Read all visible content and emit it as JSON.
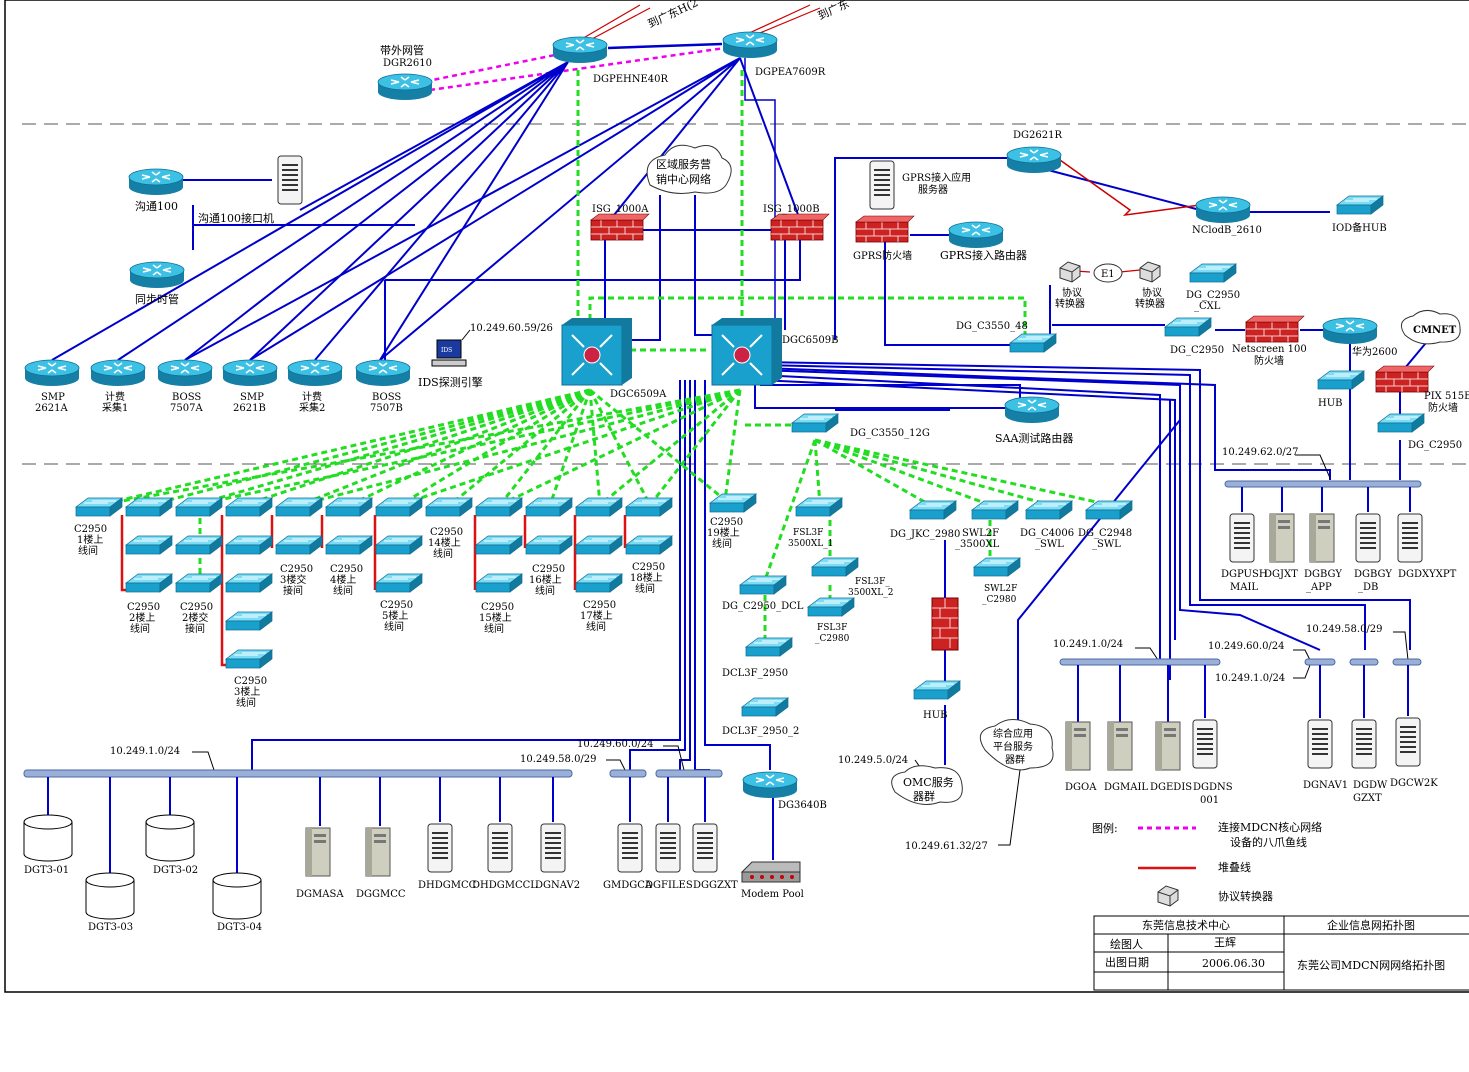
{
  "colors": {
    "link": "#0000cc",
    "dashed_green": "#22dd22",
    "stack_red": "#dd1111",
    "octopus": "#ee00ee",
    "device": "#1aa0cc",
    "firewall": "#cc2222",
    "border": "#000000"
  },
  "top_links": {
    "gd1": "到广东H(2",
    "gd2": "到广东"
  },
  "core_routers": {
    "ehne": "DGPEHNE40R",
    "ea": "DGPEA7609R",
    "oob_title": "带外网管",
    "oob_name": "DGR2610"
  },
  "left_group": {
    "gt100": "沟通100",
    "gt100_iface": "沟通100接口机",
    "sync": "同步时管",
    "routers": [
      {
        "l1": "SMP",
        "l2": "2621A"
      },
      {
        "l1": "计费",
        "l2": "采集1"
      },
      {
        "l1": "BOSS",
        "l2": "7507A"
      },
      {
        "l1": "SMP",
        "l2": "2621B"
      },
      {
        "l1": "计费",
        "l2": "采集2"
      },
      {
        "l1": "BOSS",
        "l2": "7507B"
      }
    ]
  },
  "center": {
    "cloud": [
      "区域服务营",
      "销中心网络"
    ],
    "isg_a": "ISG_1000A",
    "isg_b": "ISG_1000B",
    "ids_ip": "10.249.60.59/26",
    "ids": "IDS探测引擎",
    "ids_screen": "IDS",
    "sw_a": "DGC6509A",
    "sw_b": "DGC6509B",
    "c3550_12g": "DG_C3550_12G",
    "saa": "SAA测试路由器"
  },
  "gprs": {
    "server": [
      "GPRS接入应用",
      "服务器"
    ],
    "fw": "GPRS防火墙",
    "router": "GPRS接入路由器"
  },
  "right_top": {
    "dg2621r": "DG2621R",
    "nclod": "NClodB_2610",
    "iod_hub": "IOD备HUB",
    "conv1": [
      "协议",
      "转换器"
    ],
    "conv2": [
      "协议",
      "转换器"
    ],
    "e1": "E1",
    "c2950_cxl": [
      "DG_C2950",
      "_CXL"
    ],
    "c3550_48": "DG_C3550_48",
    "c2950": "DG_C2950",
    "netscreen": [
      "Netscreen 100",
      "防火墙"
    ],
    "huawei": "华为2600",
    "cmnet": "CMNET",
    "pix": [
      "PIX 515E",
      "防火墙"
    ],
    "hub": "HUB",
    "c2950b": "DG_C2950"
  },
  "right_servers": {
    "ip": "10.249.62.0/27",
    "servers": [
      {
        "l1": "DGPUSH",
        "l2": "MAIL"
      },
      {
        "l1": "DGJXT",
        "l2": ""
      },
      {
        "l1": "DGBGY",
        "l2": "_APP"
      },
      {
        "l1": "DGBGY",
        "l2": "_DB"
      },
      {
        "l1": "DGDXYXPT",
        "l2": ""
      }
    ]
  },
  "floor_switches": {
    "f1": [
      "C2950",
      "1楼上",
      "线间"
    ],
    "f2": [
      "C2950",
      "2楼上",
      "线间"
    ],
    "f2x": [
      "C2950",
      "2楼交",
      "接间"
    ],
    "f3": [
      "C2950",
      "3楼上",
      "线间"
    ],
    "f3x": [
      "C2950",
      "3楼交",
      "接间"
    ],
    "f4": [
      "C2950",
      "4楼上",
      "线间"
    ],
    "f5": [
      "C2950",
      "5楼上",
      "线间"
    ],
    "f14": [
      "C2950",
      "14楼上",
      "线间"
    ],
    "f15": [
      "C2950",
      "15楼上",
      "线间"
    ],
    "f16": [
      "C2950",
      "16楼上",
      "线间"
    ],
    "f17": [
      "C2950",
      "17楼上",
      "线间"
    ],
    "f18": [
      "C2950",
      "18楼上",
      "线间"
    ],
    "f19": [
      "C2950",
      "19楼上",
      "线间"
    ]
  },
  "mid_switches": {
    "fsl3f": [
      "FSL3F",
      "3500XL_1"
    ],
    "fsl3f2": [
      "FSL3F_",
      "3500XL_2"
    ],
    "fsl3f3": [
      "FSL3F",
      "_C2980"
    ],
    "dcl": "DG_C2950_DCL",
    "dcl3f": "DCL3F_2950",
    "dcl3f2": "DCL3F_2950_2",
    "jkc": "DG_JKC_2980",
    "swl2f": [
      "SWL2F",
      "_3500XL"
    ],
    "swl2f2": [
      "SWL2F",
      "_C2980"
    ],
    "c4006": [
      "DG_C4006",
      "_SWL"
    ],
    "c2948": [
      "DG_C2948",
      "_SWL"
    ],
    "hub": "HUB",
    "omc_ip": "10.249.5.0/24",
    "omc": [
      "OMC服务",
      "器群"
    ],
    "app_cloud": [
      "综合应用",
      "平台服务",
      "器群"
    ],
    "app_ip": "10.249.61.32/27"
  },
  "right_lans": {
    "ip1": "10.249.1.0/24",
    "ip2": "10.249.60.0/24",
    "ip3": "10.249.58.0/29",
    "ip4": "10.249.1.0/24",
    "servers": [
      "DGOA",
      "DGMAIL",
      "DGEDIS"
    ],
    "dns": [
      "DGDNS",
      "001"
    ],
    "nav": "DGNAV1",
    "gzxt": [
      "DGDW",
      "GZXT"
    ],
    "w2k": "DGCW2K"
  },
  "bottom": {
    "ip1": "10.249.1.0/24",
    "ip2": "10.249.60.0/24",
    "ip3": "10.249.58.0/29",
    "disks": [
      "DGT3-01",
      "DGT3-02",
      "DGT3-03",
      "DGT3-04"
    ],
    "servers": [
      "DGMASA",
      "DGGMCC",
      "DHDGMCC",
      "DHDGMCCL",
      "DGNAV2"
    ],
    "servers2": [
      "GMDGCA",
      "DGFILES",
      "DGGZXT"
    ],
    "router": "DG3640B",
    "modem": "Modem Pool"
  },
  "legend": {
    "title": "图例:",
    "octopus": [
      "连接MDCN核心网络",
      "设备的八爪鱼线"
    ],
    "stack": "堆叠线",
    "converter": "协议转换器"
  },
  "title_block": {
    "org": "东莞信息技术中心",
    "type": "企业信息网拓扑图",
    "drawer_label": "绘图人",
    "drawer": "王辉",
    "date_label": "出图日期",
    "date": "2006.06.30",
    "name": "东莞公司MDCN网网络拓扑图"
  }
}
